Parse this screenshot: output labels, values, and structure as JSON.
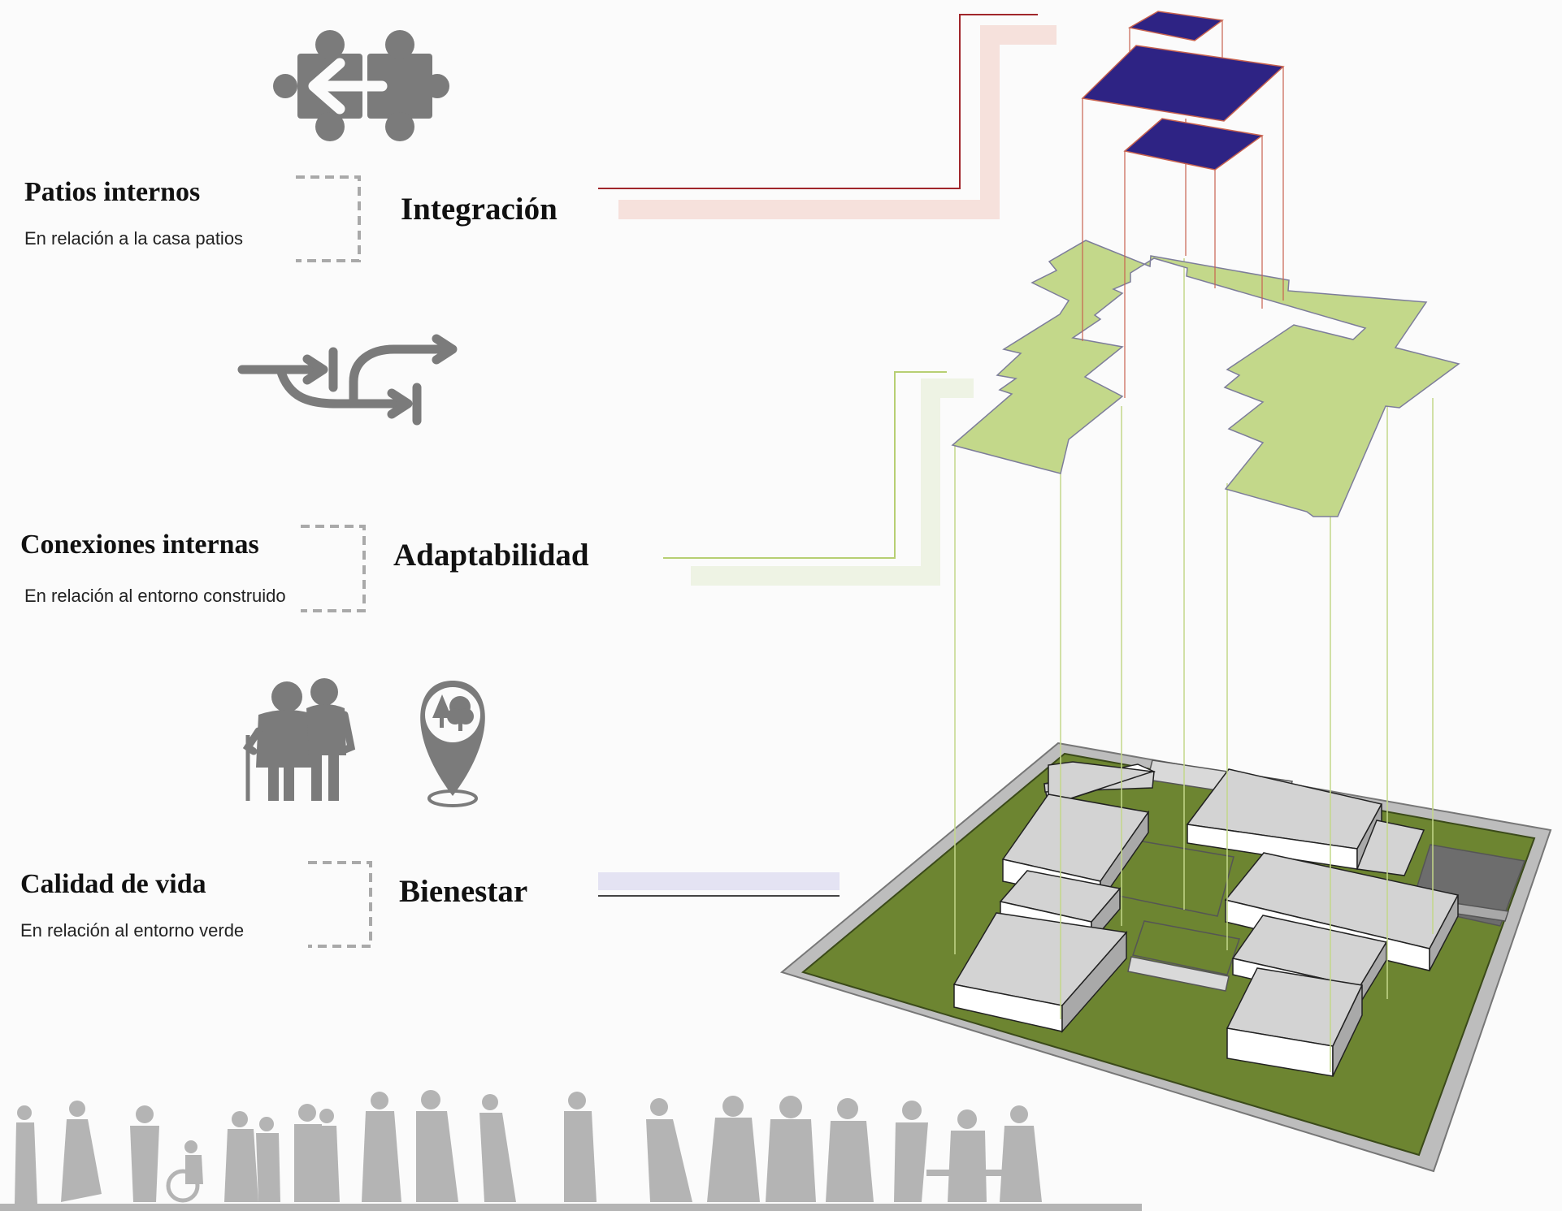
{
  "sections": [
    {
      "category": "Patios internos",
      "subtitle": "En relación a la casa patios",
      "concept": "Integración",
      "icon": "puzzle-connection-icon",
      "accent_line": "#a0262b",
      "accent_band": "#f6e1dc"
    },
    {
      "category": "Conexiones internas",
      "subtitle": "En relación al entorno construido",
      "concept": "Adaptabilidad",
      "icon": "route-arrows-icon",
      "accent_line": "#b7cf73",
      "accent_band": "#eef3e4"
    },
    {
      "category": "Calidad de vida",
      "subtitle": "En relación al entorno verde",
      "concept": "Bienestar",
      "icon": "elderly-couple-icon",
      "icon_secondary": "tree-location-pin-icon",
      "accent_line": "#444444",
      "accent_band": "#e4e3f3"
    }
  ],
  "colors": {
    "icon_gray": "#7b7b7b",
    "patio_blue": "#2e2384",
    "circulation_green": "#c3d88a",
    "site_green": "#6d8531",
    "building_gray": "#d6d6d6",
    "silhouette_gray": "#b4b4b4"
  }
}
